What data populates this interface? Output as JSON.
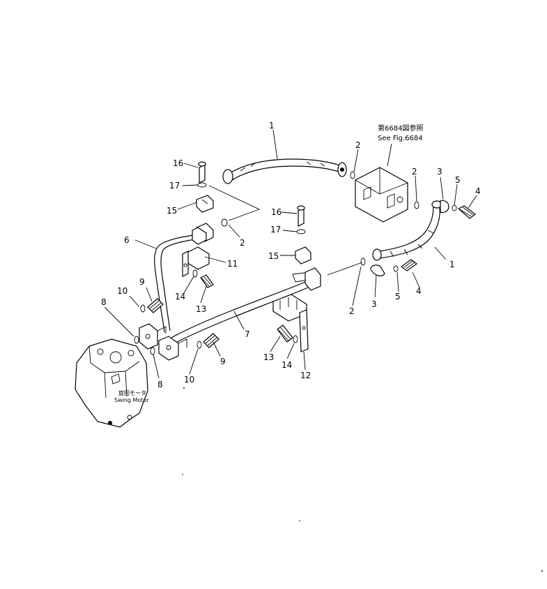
{
  "callouts": {
    "c1a": "1",
    "c1b": "1",
    "c2a": "2",
    "c2b": "2",
    "c2c": "2",
    "c2d": "2",
    "c3a": "3",
    "c3b": "3",
    "c4a": "4",
    "c4b": "4",
    "c5a": "5",
    "c5b": "5",
    "c6": "6",
    "c7": "7",
    "c8a": "8",
    "c8b": "8",
    "c9a": "9",
    "c9b": "9",
    "c10a": "10",
    "c10b": "10",
    "c11": "11",
    "c12": "12",
    "c13a": "13",
    "c13b": "13",
    "c14a": "14",
    "c14b": "14",
    "c15a": "15",
    "c15b": "15",
    "c16a": "16",
    "c16b": "16",
    "c17a": "17",
    "c17b": "17"
  },
  "notes": {
    "ref_jp": "第6684図参照",
    "ref_en": "See Fig.6684",
    "motor_jp": "旋回モータ",
    "motor_en": "Swing Motor"
  }
}
